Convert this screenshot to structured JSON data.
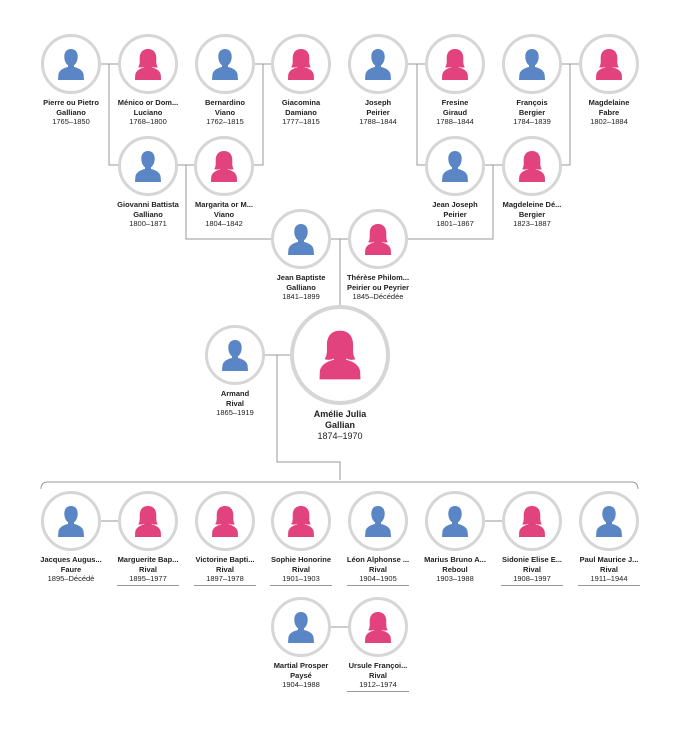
{
  "colors": {
    "male": "#5b86c5",
    "female": "#e2437f",
    "ring": "#d6d6d6",
    "line": "#999999"
  },
  "icons": {
    "male": "male-silhouette-icon",
    "female": "female-silhouette-icon"
  },
  "people": [
    {
      "id": "pierre",
      "gender": "male",
      "name1": "Pierre ou Pietro",
      "name2": "Galliano",
      "dates": "1765–1850"
    },
    {
      "id": "menico",
      "gender": "female",
      "name1": "Ménico or Dom...",
      "name2": "Luciano",
      "dates": "1768–1800"
    },
    {
      "id": "bernardino",
      "gender": "male",
      "name1": "Bernardino",
      "name2": "Viano",
      "dates": "1762–1815"
    },
    {
      "id": "giacomina",
      "gender": "female",
      "name1": "Giacomina",
      "name2": "Damiano",
      "dates": "1777–1815"
    },
    {
      "id": "joseph",
      "gender": "male",
      "name1": "Joseph",
      "name2": "Peirier",
      "dates": "1788–1844"
    },
    {
      "id": "fresine",
      "gender": "female",
      "name1": "Fresine",
      "name2": "Giraud",
      "dates": "1788–1844"
    },
    {
      "id": "francois",
      "gender": "male",
      "name1": "François",
      "name2": "Bergier",
      "dates": "1784–1839"
    },
    {
      "id": "magdelaine",
      "gender": "female",
      "name1": "Magdelaine",
      "name2": "Fabre",
      "dates": "1802–1884"
    },
    {
      "id": "giovanni",
      "gender": "male",
      "name1": "Giovanni Battista",
      "name2": "Galliano",
      "dates": "1800–1871"
    },
    {
      "id": "margarita",
      "gender": "female",
      "name1": "Margarita or M...",
      "name2": "Viano",
      "dates": "1804–1842"
    },
    {
      "id": "jeanjoseph",
      "gender": "male",
      "name1": "Jean Joseph",
      "name2": "Peirier",
      "dates": "1801–1867"
    },
    {
      "id": "magdeleine",
      "gender": "female",
      "name1": "Magdeleine Dé...",
      "name2": "Bergier",
      "dates": "1823–1887"
    },
    {
      "id": "jeanbaptiste",
      "gender": "male",
      "name1": "Jean Baptiste",
      "name2": "Galliano",
      "dates": "1841–1899"
    },
    {
      "id": "therese",
      "gender": "female",
      "name1": "Thérèse Philom...",
      "name2": "Peirier ou Peyrier",
      "dates": "1845–Décédée"
    },
    {
      "id": "armand",
      "gender": "male",
      "name1": "Armand",
      "name2": "Rival",
      "dates": "1865–1919"
    },
    {
      "id": "amelie",
      "gender": "female",
      "name1": "Amélie Julia",
      "name2": "Gallian",
      "dates": "1874–1970",
      "focus": true
    },
    {
      "id": "jacques",
      "gender": "male",
      "name1": "Jacques Augus...",
      "name2": "Faure",
      "dates": "1895–Décédé"
    },
    {
      "id": "marguerite",
      "gender": "female",
      "name1": "Marguerite Bap...",
      "name2": "Rival",
      "dates": "1895–1977"
    },
    {
      "id": "victorine",
      "gender": "female",
      "name1": "Victorine Bapti...",
      "name2": "Rival",
      "dates": "1897–1978"
    },
    {
      "id": "sophie",
      "gender": "female",
      "name1": "Sophie Honorine",
      "name2": "Rival",
      "dates": "1901–1903"
    },
    {
      "id": "leon",
      "gender": "male",
      "name1": "Léon Alphonse ...",
      "name2": "Rival",
      "dates": "1904–1905"
    },
    {
      "id": "marius",
      "gender": "male",
      "name1": "Marius Bruno A...",
      "name2": "Reboul",
      "dates": "1903–1988"
    },
    {
      "id": "sidonie",
      "gender": "female",
      "name1": "Sidonie Elise E...",
      "name2": "Rival",
      "dates": "1908–1997"
    },
    {
      "id": "paul",
      "gender": "male",
      "name1": "Paul Maurice J...",
      "name2": "Rival",
      "dates": "1911–1944"
    },
    {
      "id": "martial",
      "gender": "male",
      "name1": "Martial Prosper",
      "name2": "Paysé",
      "dates": "1904–1988"
    },
    {
      "id": "ursule",
      "gender": "female",
      "name1": "Ursule Françoi...",
      "name2": "Rival",
      "dates": "1912–1974"
    }
  ]
}
